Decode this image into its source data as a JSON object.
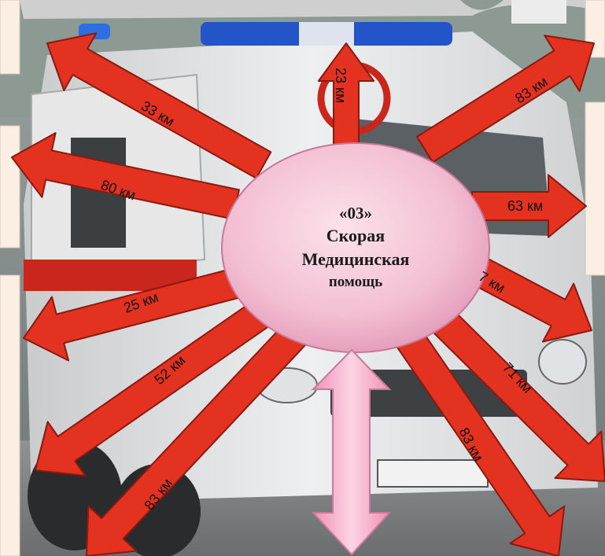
{
  "hub": {
    "code": "«03»",
    "line1": "Скорая",
    "line2": "Медицинская",
    "line3": "помощь"
  },
  "distances": {
    "top": "23 км",
    "upper_left": "33 км",
    "left": "80 км",
    "upper_right": "83 км",
    "right": "63 км",
    "right_low": "7 км",
    "lower_left": "25 км",
    "bottom_left": "52 км",
    "bottom_left2": "83 км",
    "bottom_right": "71 км",
    "bottom_right2": "83 км"
  },
  "colors": {
    "arrow_fill": "#e3321f",
    "arrow_stroke": "#8a1a10",
    "hub_fill": "#f2b8cd",
    "pink_arrow": "#f6b9cf"
  }
}
